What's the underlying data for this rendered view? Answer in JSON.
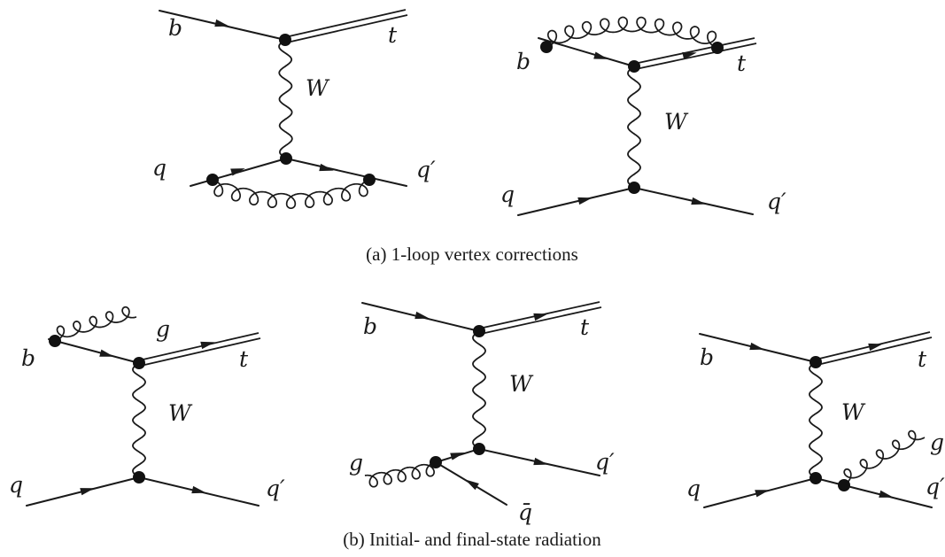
{
  "captions": {
    "a": "(a) 1-loop vertex corrections",
    "b": "(b) Initial- and final-state radiation"
  },
  "labels": {
    "b": "b",
    "t": "t",
    "W": "W",
    "q": "q",
    "q_prime": "q′",
    "g": "g",
    "qbar": "q̄"
  }
}
